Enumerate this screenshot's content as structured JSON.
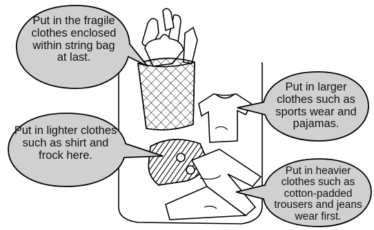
{
  "callouts": {
    "fragile": "Put in the fragile clothes enclosed within string bag at last.",
    "larger": "Put in larger clothes such as sports wear and pajamas.",
    "lighter": "Put in lighter clothes such as shirt and frock here.",
    "heavier": "Put in heavier clothes such as cotton-padded trousers and jeans wear first."
  },
  "colors": {
    "bubble_fill": "#d0d0d0",
    "stroke": "#000000",
    "background": "#ffffff"
  }
}
